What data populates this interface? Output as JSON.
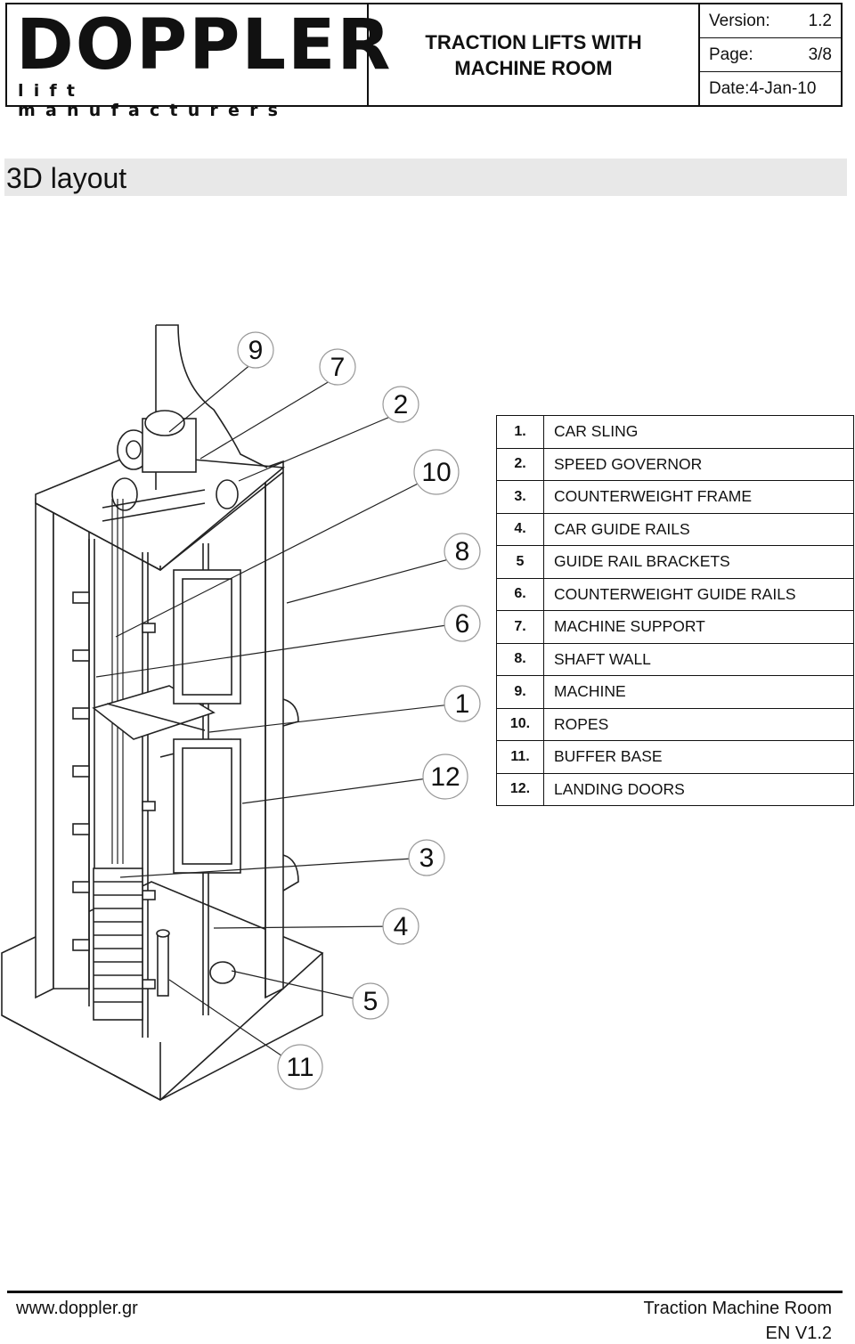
{
  "header": {
    "logo_main": "DOPPLER",
    "logo_sub": "lift manufacturers",
    "title": "TRACTION LIFTS WITH MACHINE ROOM",
    "version_label": "Version:",
    "version_value": "1.2",
    "page_label": "Page:",
    "page_value": "3/8",
    "date_text": "Date:4-Jan-10"
  },
  "section": {
    "heading": "3D layout"
  },
  "callouts": [
    "9",
    "7",
    "2",
    "10",
    "8",
    "6",
    "1",
    "12",
    "3",
    "4",
    "5",
    "11"
  ],
  "legend": [
    {
      "num": "1.",
      "label": "CAR SLING"
    },
    {
      "num": "2.",
      "label": "SPEED GOVERNOR"
    },
    {
      "num": "3.",
      "label": "COUNTERWEIGHT FRAME"
    },
    {
      "num": "4.",
      "label": "CAR GUIDE RAILS"
    },
    {
      "num": "5",
      "label": "GUIDE RAIL BRACKETS"
    },
    {
      "num": "6.",
      "label": "COUNTERWEIGHT GUIDE RAILS"
    },
    {
      "num": "7.",
      "label": "MACHINE SUPPORT"
    },
    {
      "num": "8.",
      "label": "SHAFT WALL"
    },
    {
      "num": "9.",
      "label": "MACHINE"
    },
    {
      "num": "10.",
      "label": "ROPES"
    },
    {
      "num": "11.",
      "label": "BUFFER BASE"
    },
    {
      "num": "12.",
      "label": "LANDING DOORS"
    }
  ],
  "footer": {
    "website": "www.doppler.gr",
    "doc_title": "Traction Machine Room",
    "doc_version": "EN V1.2"
  }
}
